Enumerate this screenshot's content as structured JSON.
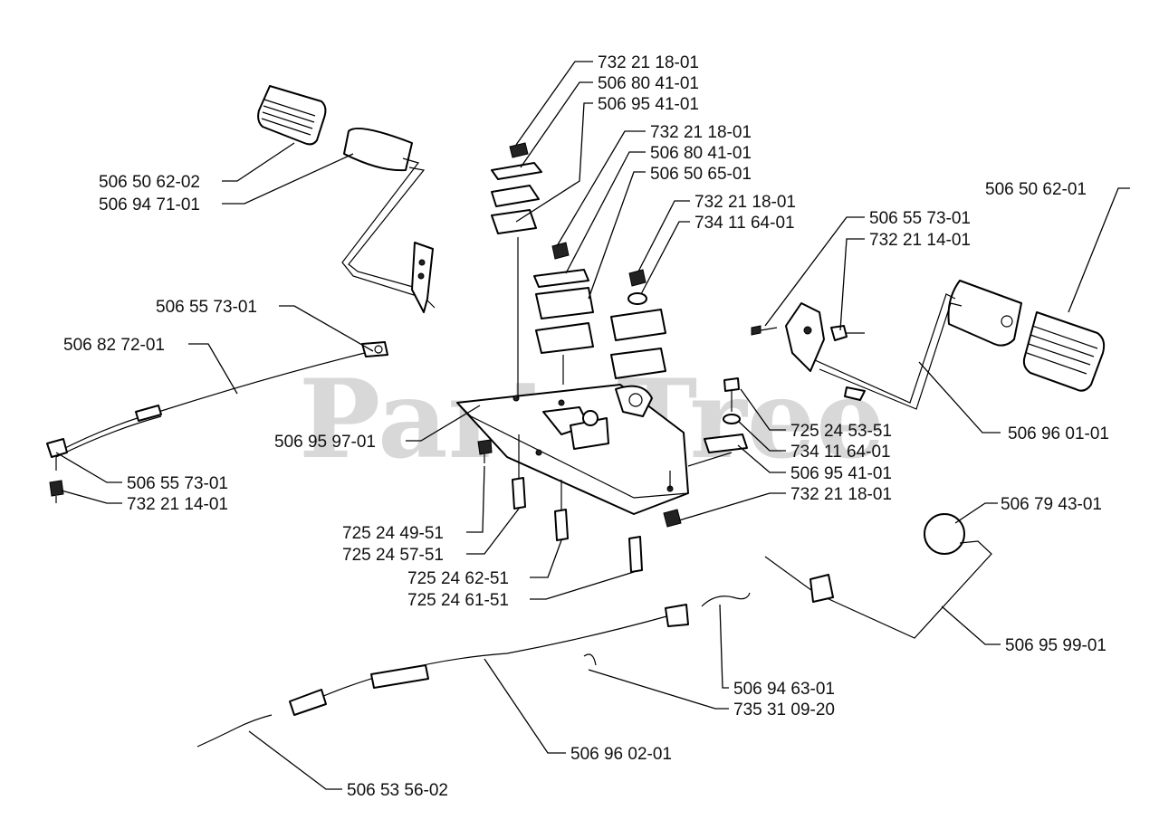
{
  "watermark": "PartsTree",
  "labels": {
    "l01": "732 21 18-01",
    "l02": "506 80 41-01",
    "l03": "506 95 41-01",
    "l04": "732 21 18-01",
    "l05": "506 80 41-01",
    "l06": "506 50 65-01",
    "l07": "732 21 18-01",
    "l08": "734 11 64-01",
    "l09": "506 55 73-01",
    "l10": "732 21 14-01",
    "l11": "506 50 62-01",
    "l12": "506 50 62-02",
    "l13": "506 94 71-01",
    "l14": "506 55 73-01",
    "l15": "506 82 72-01",
    "l16": "506 95 97-01",
    "l17": "506 55 73-01",
    "l18": "732 21 14-01",
    "l19": "725 24 53-51",
    "l20": "506 96 01-01",
    "l21": "734 11 64-01",
    "l22": "506 95 41-01",
    "l23": "732 21 18-01",
    "l24": "506 79 43-01",
    "l25": "725 24 49-51",
    "l26": "725 24 57-51",
    "l27": "725 24 62-51",
    "l28": "725 24 61-51",
    "l29": "506 95 99-01",
    "l30": "506 94 63-01",
    "l31": "735 31 09-20",
    "l32": "506 96 02-01",
    "l33": "506 53 56-02"
  }
}
